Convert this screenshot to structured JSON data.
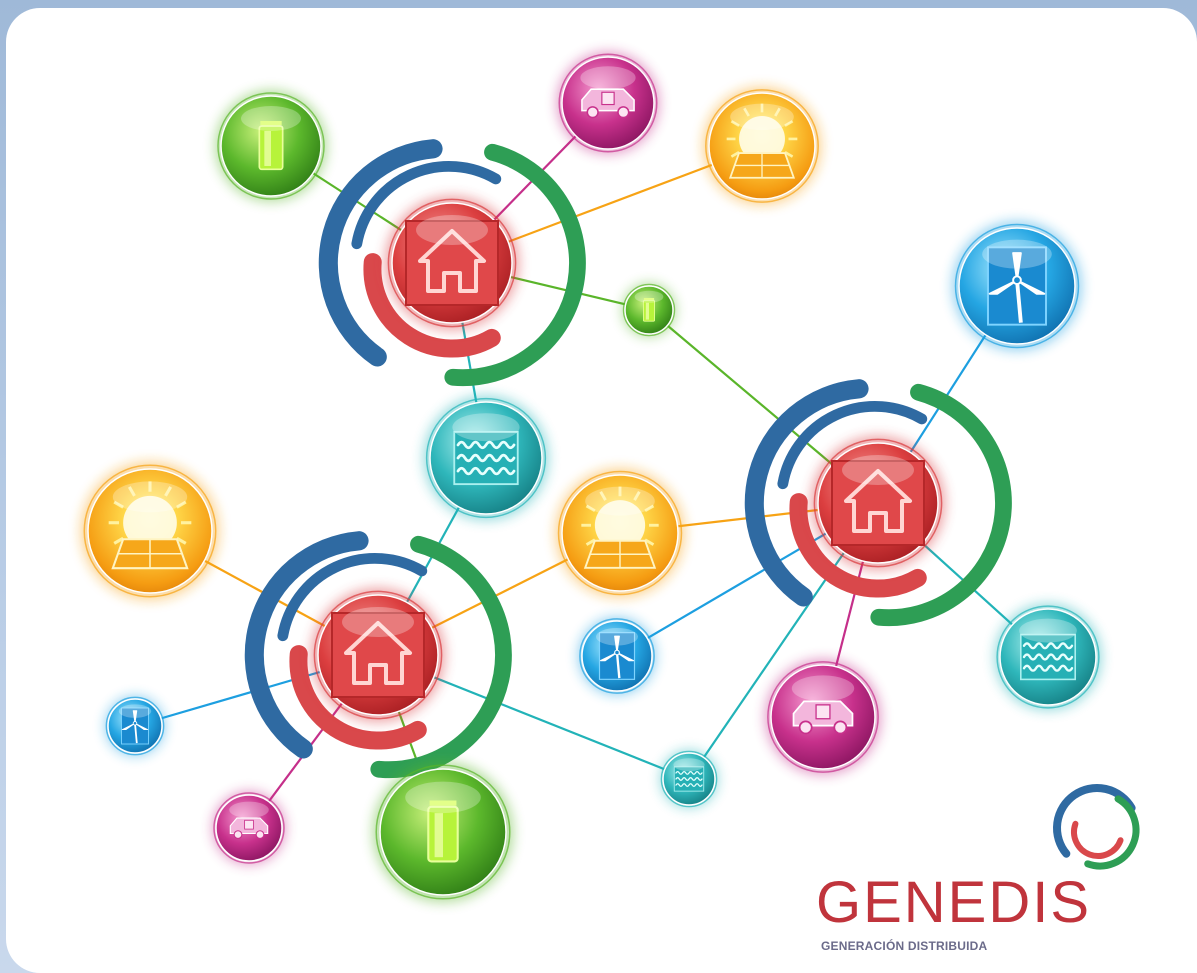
{
  "colors": {
    "house": "#d8393c",
    "battery": "#5ab52a",
    "car": "#c52f8a",
    "solar": "#f7a315",
    "wind": "#1d9fe0",
    "hydro": "#22b3b8",
    "ring_blue": "#2f6aa2",
    "ring_green": "#2e9e55",
    "ring_red": "#d9484b"
  },
  "logo": {
    "title": "GENEDIS",
    "subtitle": "GENERACIÓN DISTRIBUIDA"
  },
  "nodes": [
    {
      "id": "house-top-left",
      "kind": "house",
      "icon": "house-icon"
    },
    {
      "id": "house-right",
      "kind": "house",
      "icon": "house-icon"
    },
    {
      "id": "house-bottom-left",
      "kind": "house",
      "icon": "house-icon"
    },
    {
      "id": "battery-top-left",
      "kind": "battery",
      "icon": "battery-icon"
    },
    {
      "id": "car-top",
      "kind": "car",
      "icon": "electric-car-icon"
    },
    {
      "id": "solar-top-right",
      "kind": "solar",
      "icon": "solar-panel-icon"
    },
    {
      "id": "battery-small-center",
      "kind": "battery",
      "icon": "battery-icon"
    },
    {
      "id": "wind-top-right",
      "kind": "wind",
      "icon": "wind-turbine-icon"
    },
    {
      "id": "hydro-center",
      "kind": "hydro",
      "icon": "hydro-wave-icon"
    },
    {
      "id": "solar-left",
      "kind": "solar",
      "icon": "solar-panel-icon"
    },
    {
      "id": "solar-center",
      "kind": "solar",
      "icon": "solar-panel-icon"
    },
    {
      "id": "wind-center",
      "kind": "wind",
      "icon": "wind-turbine-icon"
    },
    {
      "id": "car-bottom-right",
      "kind": "car",
      "icon": "electric-car-icon"
    },
    {
      "id": "hydro-right",
      "kind": "hydro",
      "icon": "hydro-wave-icon"
    },
    {
      "id": "wind-small-left",
      "kind": "wind",
      "icon": "wind-turbine-icon"
    },
    {
      "id": "car-small-bottom-left",
      "kind": "car",
      "icon": "electric-car-icon"
    },
    {
      "id": "battery-bottom",
      "kind": "battery",
      "icon": "battery-icon"
    },
    {
      "id": "hydro-small-bottom",
      "kind": "hydro",
      "icon": "hydro-wave-icon"
    }
  ],
  "links": [
    [
      "house-top-left",
      "battery-top-left"
    ],
    [
      "house-top-left",
      "car-top"
    ],
    [
      "house-top-left",
      "solar-top-right"
    ],
    [
      "house-top-left",
      "battery-small-center"
    ],
    [
      "house-top-left",
      "hydro-center"
    ],
    [
      "battery-small-center",
      "house-right"
    ],
    [
      "house-right",
      "wind-top-right"
    ],
    [
      "house-right",
      "solar-center"
    ],
    [
      "house-right",
      "wind-center"
    ],
    [
      "house-right",
      "car-bottom-right"
    ],
    [
      "house-right",
      "hydro-right"
    ],
    [
      "house-right",
      "hydro-small-bottom"
    ],
    [
      "hydro-center",
      "house-bottom-left"
    ],
    [
      "solar-left",
      "house-bottom-left"
    ],
    [
      "solar-center",
      "house-bottom-left"
    ],
    [
      "house-bottom-left",
      "wind-small-left"
    ],
    [
      "house-bottom-left",
      "car-small-bottom-left"
    ],
    [
      "house-bottom-left",
      "battery-bottom"
    ],
    [
      "house-bottom-left",
      "hydro-small-bottom"
    ]
  ]
}
